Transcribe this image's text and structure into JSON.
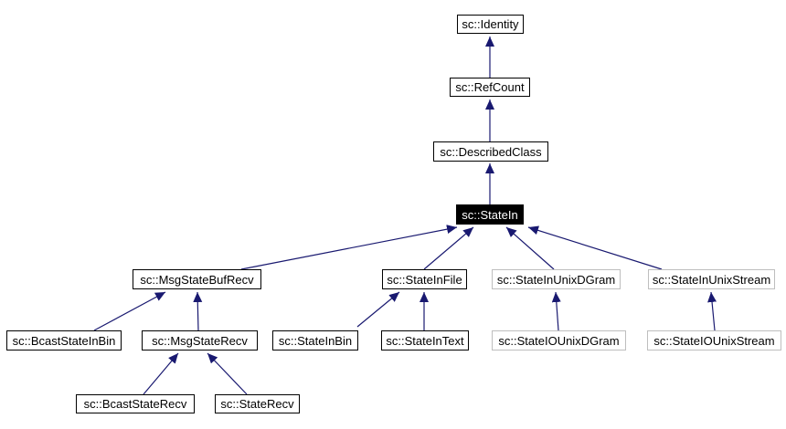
{
  "diagram": {
    "kind": "class-inheritance-diagram",
    "current_class": "sc::StateIn",
    "orientation": "base-classes-on-top",
    "colors": {
      "background": "#ffffff",
      "edge": "#191970",
      "node_border": "#000000",
      "undocumented_node_border": "#bebebe",
      "current_node_background": "#000000",
      "current_node_text": "#ffffff",
      "node_text": "#000000"
    },
    "nodes": [
      {
        "id": "identity",
        "label": "sc::Identity",
        "kind": "documented"
      },
      {
        "id": "refcount",
        "label": "sc::RefCount",
        "kind": "documented"
      },
      {
        "id": "describedclass",
        "label": "sc::DescribedClass",
        "kind": "documented"
      },
      {
        "id": "statein",
        "label": "sc::StateIn",
        "kind": "current"
      },
      {
        "id": "msgstatebufrecv",
        "label": "sc::MsgStateBufRecv",
        "kind": "documented"
      },
      {
        "id": "stateinfile",
        "label": "sc::StateInFile",
        "kind": "documented"
      },
      {
        "id": "stateinunixdgram",
        "label": "sc::StateInUnixDGram",
        "kind": "undocumented"
      },
      {
        "id": "stateinunixstream",
        "label": "sc::StateInUnixStream",
        "kind": "undocumented"
      },
      {
        "id": "bcaststateinbin",
        "label": "sc::BcastStateInBin",
        "kind": "documented"
      },
      {
        "id": "msgstaterecv",
        "label": "sc::MsgStateRecv",
        "kind": "documented"
      },
      {
        "id": "stateinbin",
        "label": "sc::StateInBin",
        "kind": "documented"
      },
      {
        "id": "stateintext",
        "label": "sc::StateInText",
        "kind": "documented"
      },
      {
        "id": "stateiounixdgram",
        "label": "sc::StateIOUnixDGram",
        "kind": "undocumented"
      },
      {
        "id": "stateiounixstream",
        "label": "sc::StateIOUnixStream",
        "kind": "undocumented"
      },
      {
        "id": "bcaststaterecv",
        "label": "sc::BcastStateRecv",
        "kind": "documented"
      },
      {
        "id": "staterecv",
        "label": "sc::StateRecv",
        "kind": "documented"
      }
    ],
    "edges": [
      {
        "child": "sc::RefCount",
        "parent": "sc::Identity"
      },
      {
        "child": "sc::DescribedClass",
        "parent": "sc::RefCount"
      },
      {
        "child": "sc::StateIn",
        "parent": "sc::DescribedClass"
      },
      {
        "child": "sc::MsgStateBufRecv",
        "parent": "sc::StateIn"
      },
      {
        "child": "sc::StateInFile",
        "parent": "sc::StateIn"
      },
      {
        "child": "sc::StateInUnixDGram",
        "parent": "sc::StateIn"
      },
      {
        "child": "sc::StateInUnixStream",
        "parent": "sc::StateIn"
      },
      {
        "child": "sc::BcastStateInBin",
        "parent": "sc::MsgStateBufRecv"
      },
      {
        "child": "sc::MsgStateRecv",
        "parent": "sc::MsgStateBufRecv"
      },
      {
        "child": "sc::StateInBin",
        "parent": "sc::StateInFile"
      },
      {
        "child": "sc::StateInText",
        "parent": "sc::StateInFile"
      },
      {
        "child": "sc::StateIOUnixDGram",
        "parent": "sc::StateInUnixDGram"
      },
      {
        "child": "sc::StateIOUnixStream",
        "parent": "sc::StateInUnixStream"
      },
      {
        "child": "sc::BcastStateRecv",
        "parent": "sc::MsgStateRecv"
      },
      {
        "child": "sc::StateRecv",
        "parent": "sc::MsgStateRecv"
      }
    ]
  }
}
